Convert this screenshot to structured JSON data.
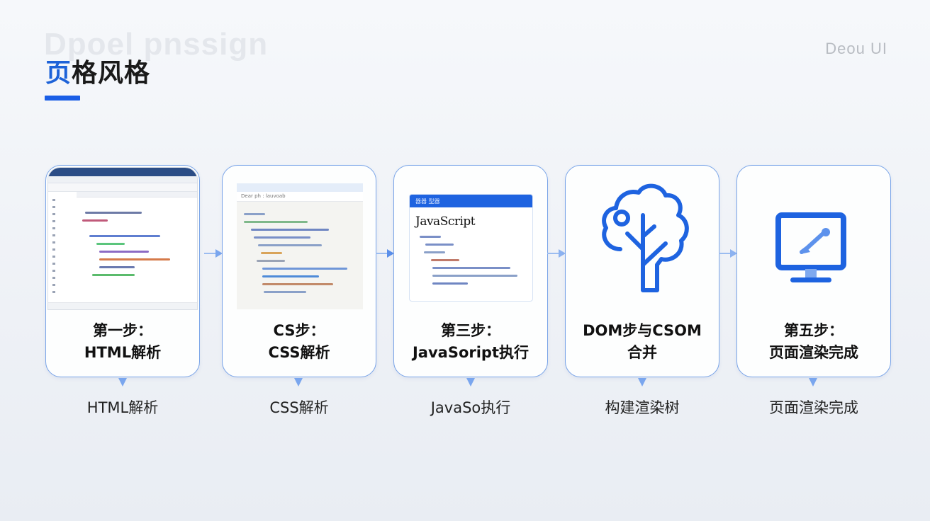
{
  "header": {
    "watermark": "Dpoel pnssign",
    "title_accent": "页",
    "title_rest": "格风格",
    "brand": "Deou UI",
    "accent_color": "#1a5ee6"
  },
  "steps": [
    {
      "visual": "code-editor-screenshot",
      "label_line1": "第一步：",
      "label_line2": "HTML解析",
      "caption": "HTML解析"
    },
    {
      "visual": "css-code-screenshot",
      "label_line1": "CS步：",
      "label_line2": "CSS解析",
      "caption": "CSS解析",
      "mock_address": "Dear ph : lauvoab"
    },
    {
      "visual": "javascript-window-screenshot",
      "label_line1": "第三步：",
      "label_line2": "JavaSoript执行",
      "caption": "JavaSo执行",
      "mock_header": "器器 型器",
      "mock_title": "JavaScript"
    },
    {
      "visual": "tree-icon",
      "label_line1": "DOM步与CSOM",
      "label_line2": "合并",
      "caption": "构建渲染树"
    },
    {
      "visual": "monitor-icon",
      "label_line1": "第五步：",
      "label_line2": "页面渲染完成",
      "caption": "页面渲染完成"
    }
  ],
  "colors": {
    "card_border": "#79a4e8",
    "icon_blue": "#1e63e0",
    "arrow": "#7aa6ee"
  }
}
